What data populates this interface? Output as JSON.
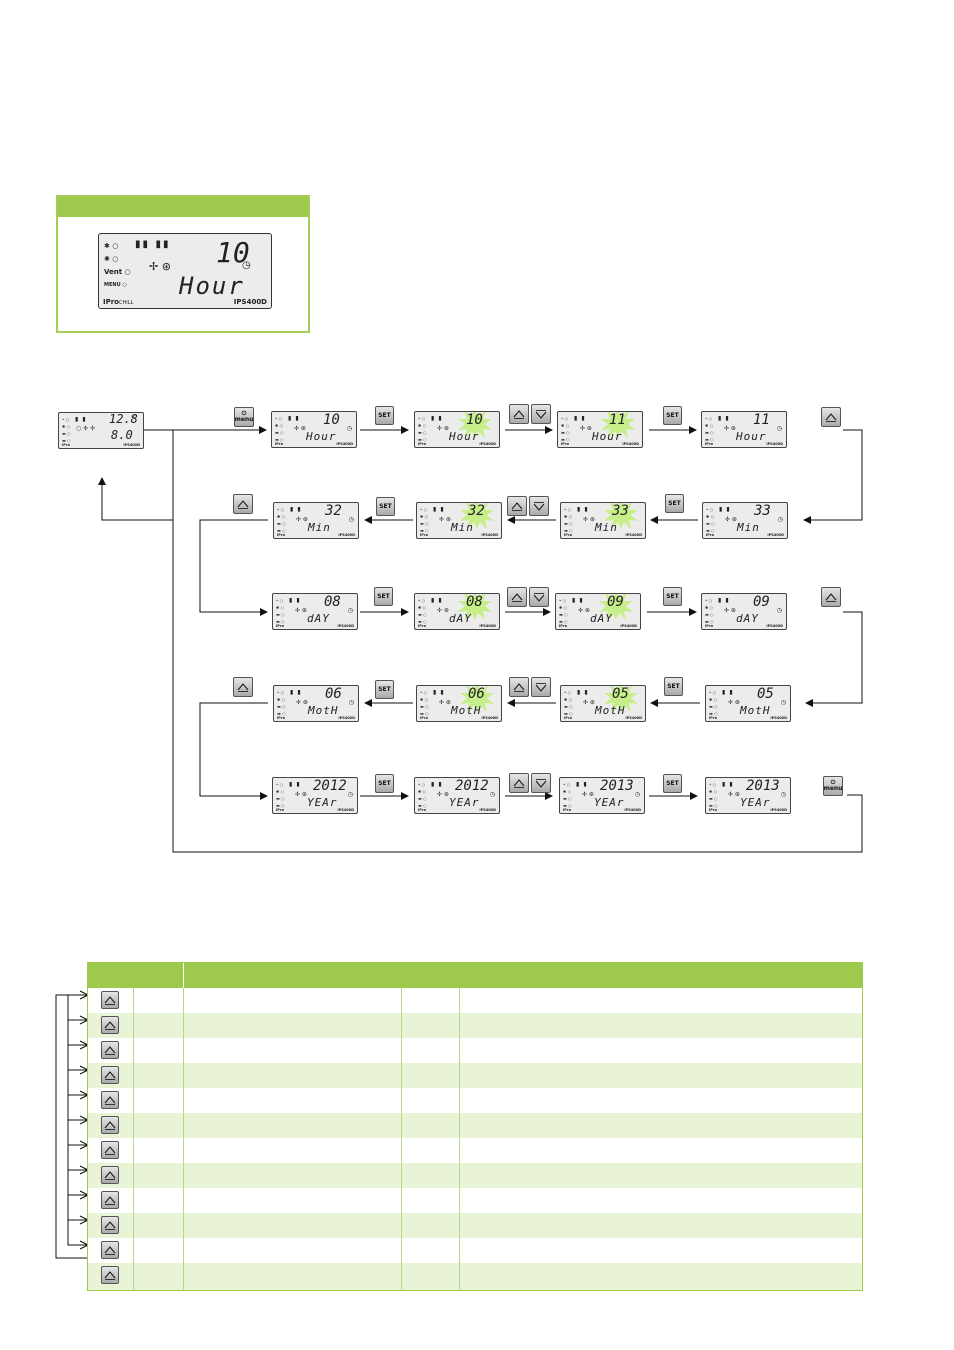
{
  "info_display": {
    "value": "10",
    "unit_text": "Hour",
    "brand": "IPro",
    "brand_suffix": "CHILL",
    "model": "IPS400D",
    "side_labels": [
      "Vent",
      "MENU"
    ]
  },
  "flow": {
    "start_display": {
      "line1": "12.8",
      "line2": "8.0",
      "deg": "°C"
    },
    "rows": [
      {
        "unit": "Hour",
        "values": [
          "10",
          "10",
          "11",
          "11"
        ]
      },
      {
        "unit": "Min",
        "values": [
          "33",
          "33",
          "32",
          "32"
        ]
      },
      {
        "unit": "dAY",
        "values": [
          "08",
          "08",
          "09",
          "09"
        ]
      },
      {
        "unit": "MotH",
        "values": [
          "05",
          "05",
          "06",
          "06"
        ]
      },
      {
        "unit": "YEAr",
        "values": [
          "2012",
          "2012",
          "2013",
          "2013"
        ]
      }
    ],
    "button_labels": {
      "set": "SET",
      "menu": "menu"
    }
  },
  "table": {
    "row_count": 12
  },
  "colors": {
    "accent": "#9dc94c",
    "accent_light": "#e9f3d6",
    "burst": "#c6ef8a"
  }
}
